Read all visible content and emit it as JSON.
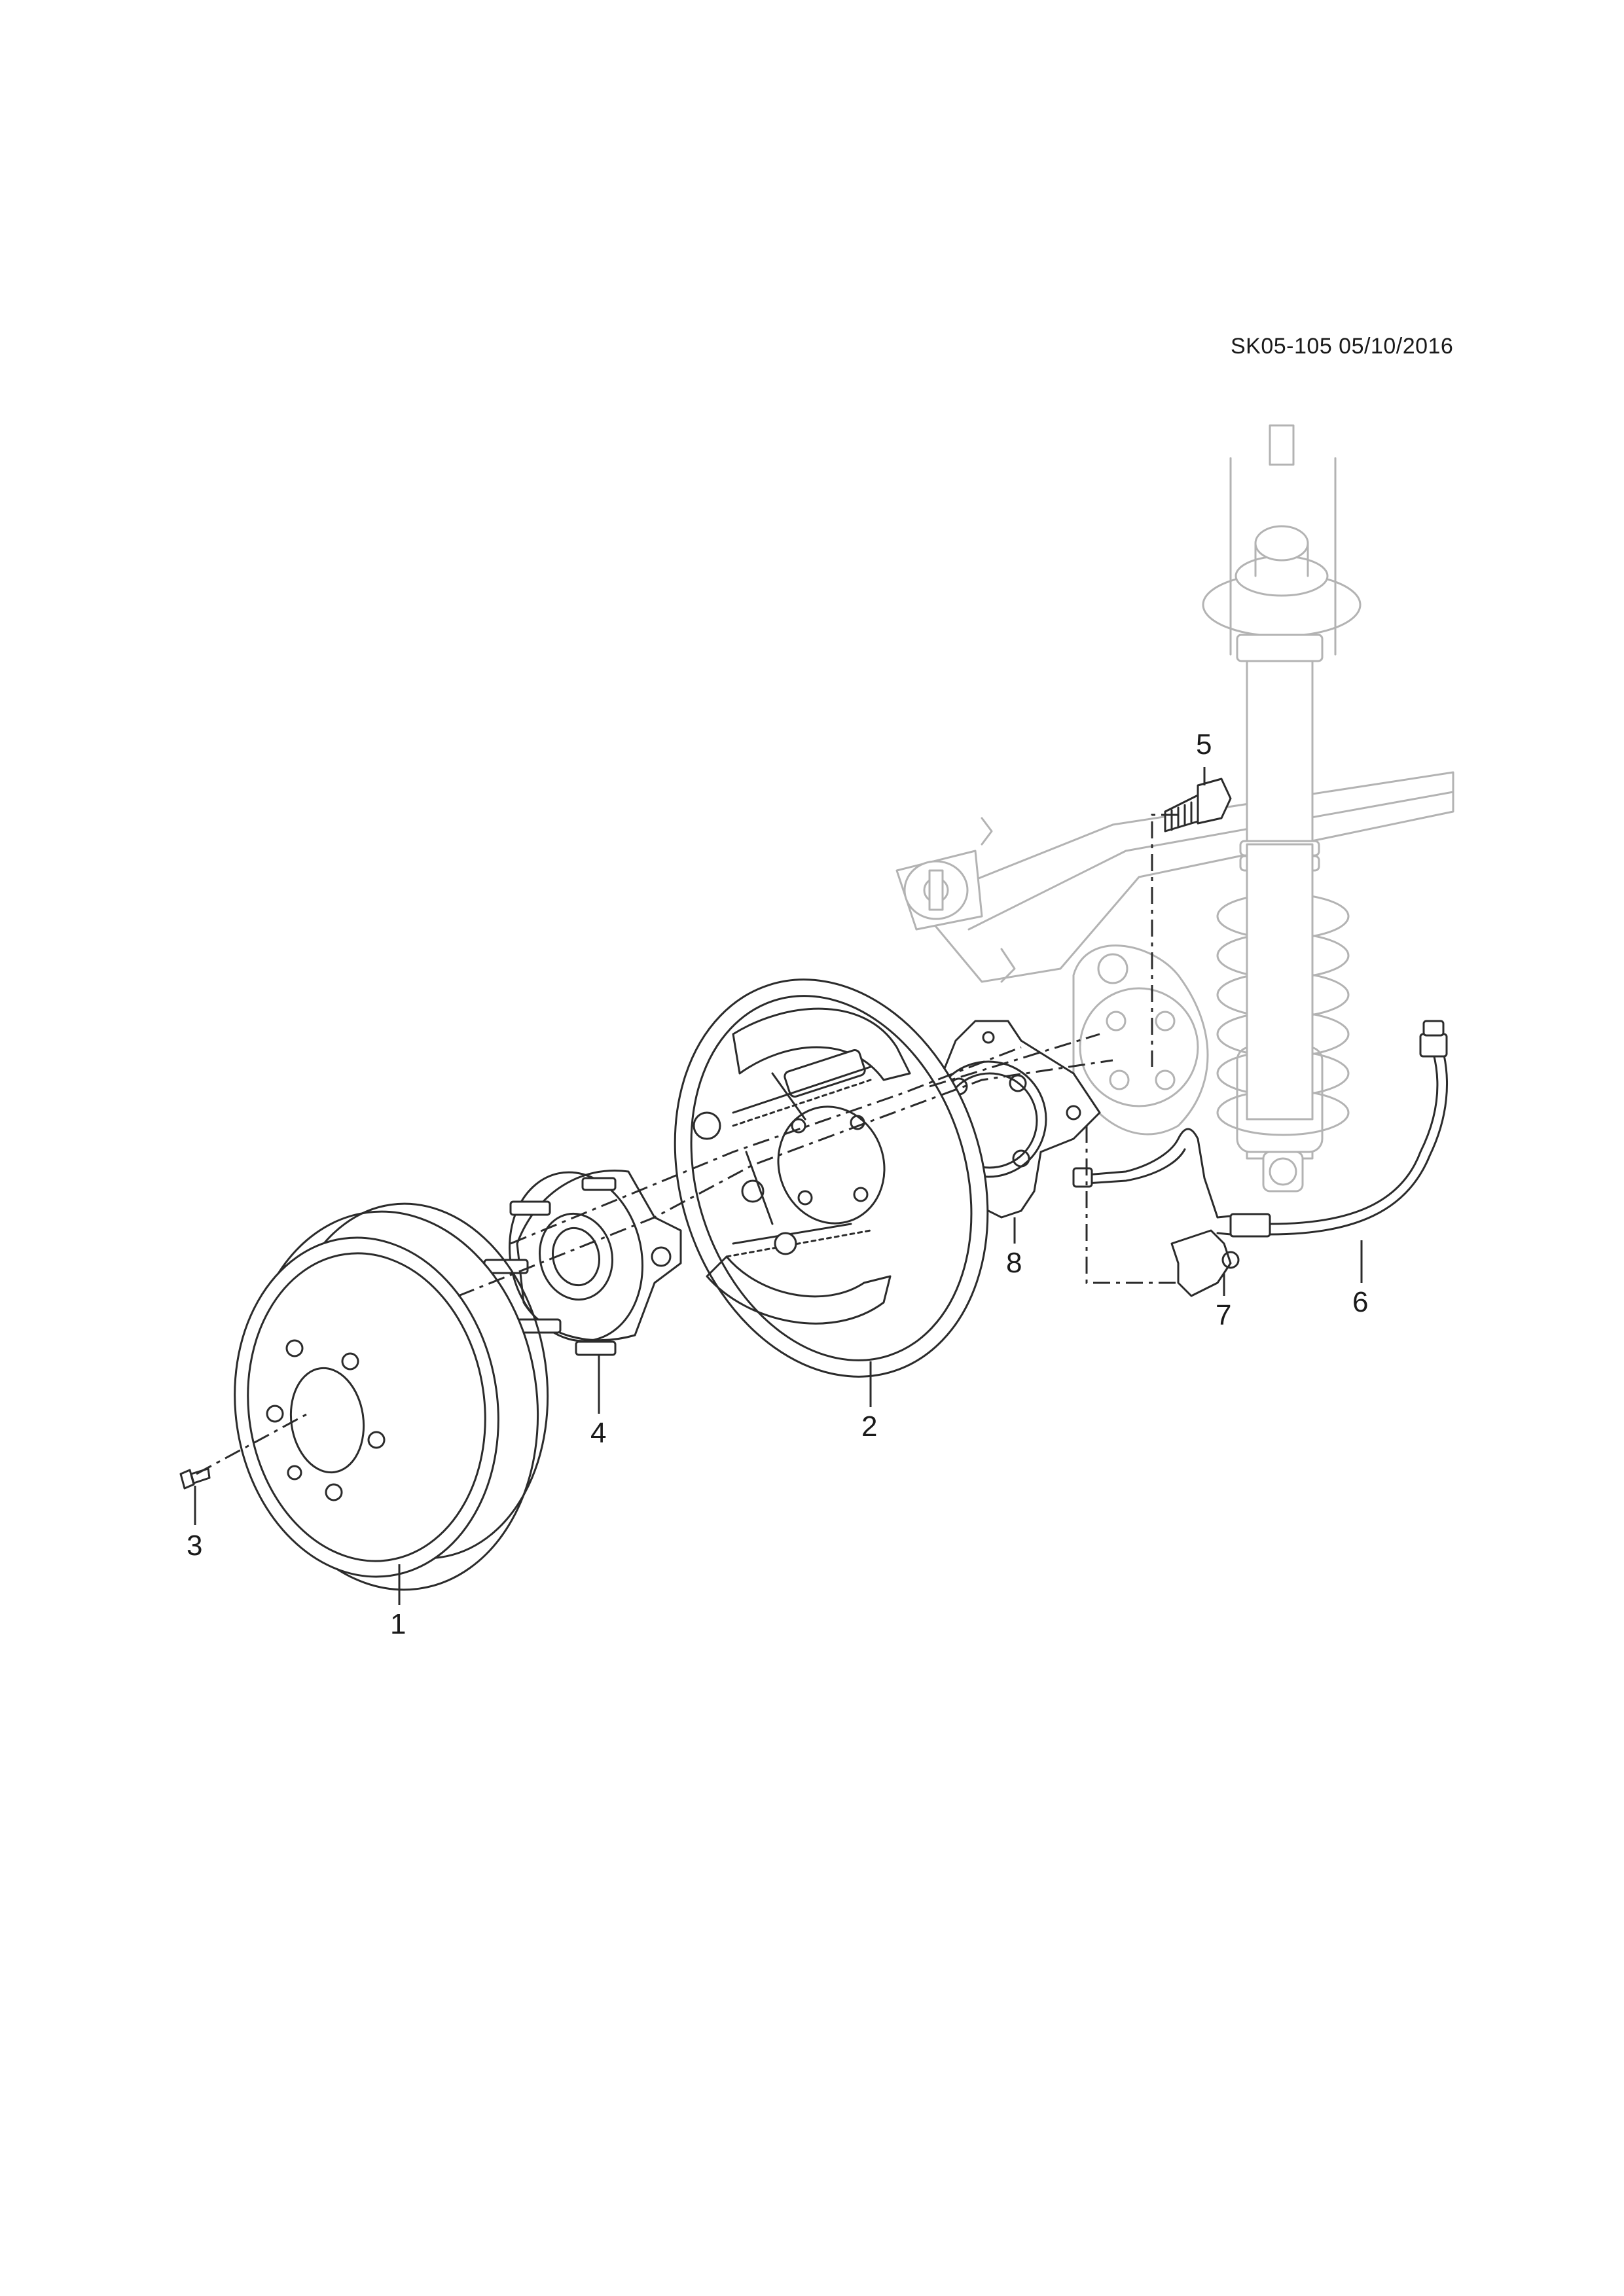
{
  "diagram": {
    "reference_code": "SK05-105 05/10/2016",
    "callouts": [
      {
        "id": "1",
        "label": "1"
      },
      {
        "id": "2",
        "label": "2"
      },
      {
        "id": "3",
        "label": "3"
      },
      {
        "id": "4",
        "label": "4"
      },
      {
        "id": "5",
        "label": "5"
      },
      {
        "id": "6",
        "label": "6"
      },
      {
        "id": "7",
        "label": "7"
      },
      {
        "id": "8",
        "label": "8"
      }
    ]
  }
}
